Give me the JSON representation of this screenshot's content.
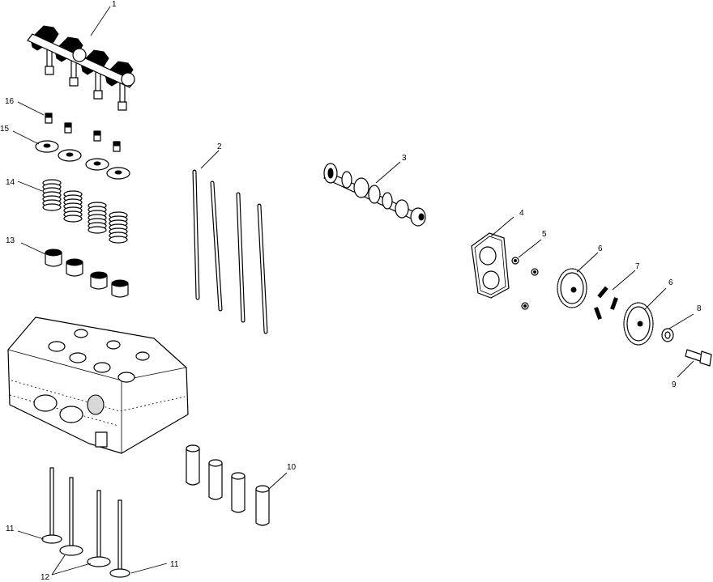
{
  "callouts": {
    "c1": "1",
    "c2": "2",
    "c3": "3",
    "c4": "4",
    "c5": "5",
    "c6a": "6",
    "c6b": "6",
    "c7": "7",
    "c8": "8",
    "c9": "9",
    "c10": "10",
    "c11a": "11",
    "c11b": "11",
    "c12": "12",
    "c13": "13",
    "c14": "14",
    "c15": "15",
    "c16": "16"
  },
  "colors": {
    "line": "#000000",
    "background": "#ffffff",
    "shade": "#d8d8d8"
  }
}
